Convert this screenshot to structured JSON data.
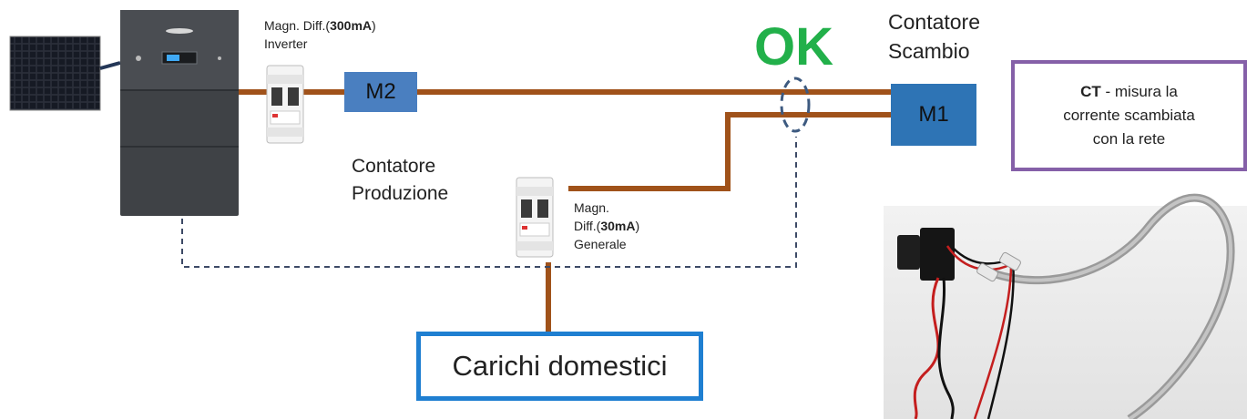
{
  "diagram": {
    "inverter_breaker": {
      "line1_prefix": "Magn. Diff.(",
      "line1_bold": "300mA",
      "line1_suffix": ")",
      "line2": "Inverter"
    },
    "m2": {
      "label": "M2",
      "caption_line1": "Contatore",
      "caption_line2": "Produzione"
    },
    "general_breaker": {
      "line1": "Magn.",
      "line2_prefix": "Diff.(",
      "line2_bold": "30mA",
      "line2_suffix": ")",
      "line3": "Generale"
    },
    "ok_label": "OK",
    "m1": {
      "label": "M1",
      "caption_line1": "Contatore",
      "caption_line2": "Scambio"
    },
    "ct_box": {
      "bold": "CT",
      "line1_rest": " - misura la",
      "line2": "corrente scambiata",
      "line3": "con la rete"
    },
    "loads_box": {
      "label": "Carichi domestici"
    },
    "colors": {
      "cable": "#a0521a",
      "ok_green": "#22b04a",
      "meter_blue": "#2e74b5",
      "loads_border": "#1f7fd1",
      "ct_border": "#8560a8",
      "dashed_line": "#3d4a66",
      "inverter_body": "#3f4246"
    },
    "icons": [
      "solar-panel-icon",
      "inverter-icon",
      "breaker-icon",
      "ct-clamp-photo"
    ]
  }
}
